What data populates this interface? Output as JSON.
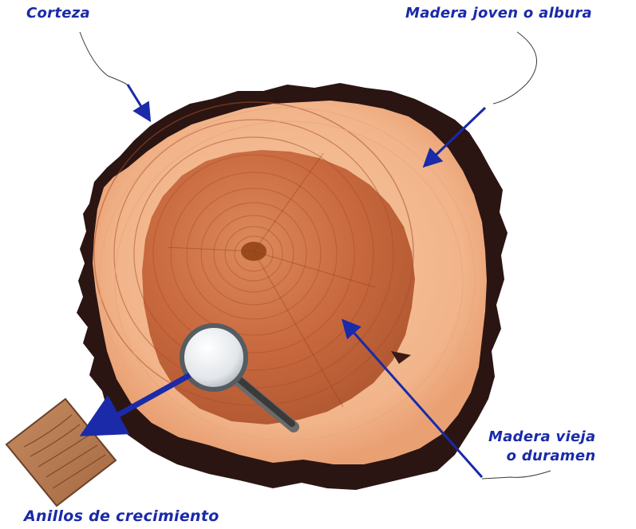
{
  "labels": {
    "bark": "Corteza",
    "sapwood": "Madera joven o albura",
    "heartwood_line1": "Madera vieja",
    "heartwood_line2": "o duramen",
    "growth_rings": "Anillos de crecimiento"
  },
  "colors": {
    "label_text": "#1a2aa8",
    "arrow": "#1a2aa8",
    "bark": "#2a1512",
    "sapwood": "#f2b48a",
    "heartwood": "#c8683e",
    "pith": "#9a4a1c"
  },
  "icons": [
    "magnifying-glass-icon",
    "arrow-icon"
  ]
}
